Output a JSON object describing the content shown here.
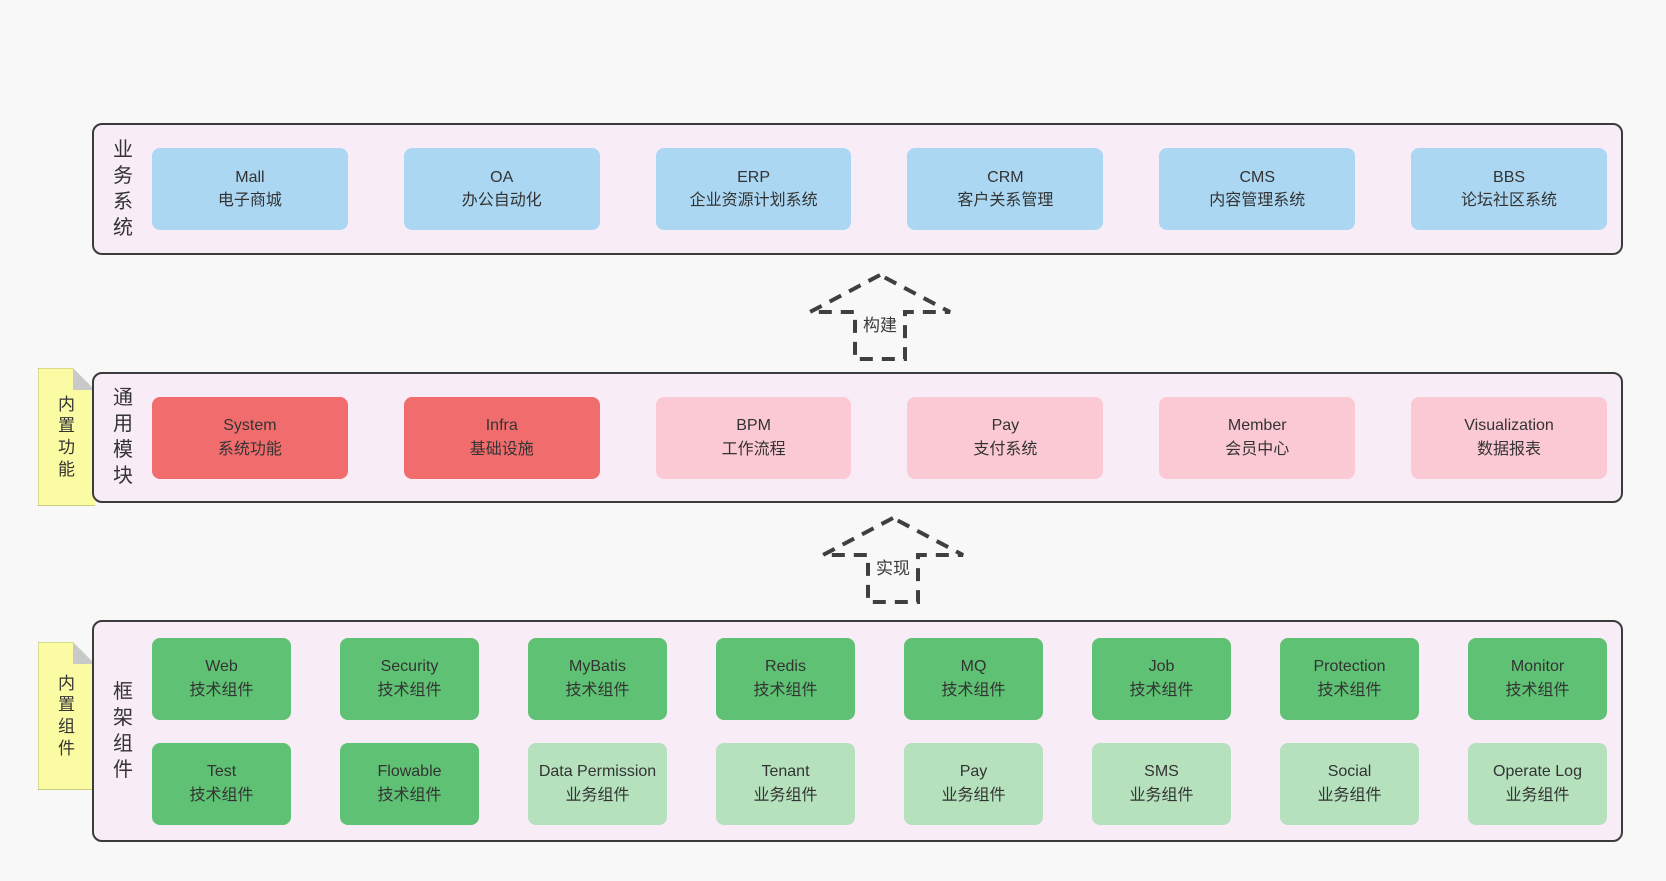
{
  "diagram": {
    "sections": [
      {
        "side_label": "业务系统",
        "boxes": [
          {
            "title": "Mall",
            "subtitle": "电子商城"
          },
          {
            "title": "OA",
            "subtitle": "办公自动化"
          },
          {
            "title": "ERP",
            "subtitle": "企业资源计划系统"
          },
          {
            "title": "CRM",
            "subtitle": "客户关系管理"
          },
          {
            "title": "CMS",
            "subtitle": "内容管理系统"
          },
          {
            "title": "BBS",
            "subtitle": "论坛社区系统"
          }
        ]
      },
      {
        "sticky_note": "内置功能",
        "side_label": "通用模块",
        "boxes": [
          {
            "title": "System",
            "subtitle": "系统功能"
          },
          {
            "title": "Infra",
            "subtitle": "基础设施"
          },
          {
            "title": "BPM",
            "subtitle": "工作流程"
          },
          {
            "title": "Pay",
            "subtitle": "支付系统"
          },
          {
            "title": "Member",
            "subtitle": "会员中心"
          },
          {
            "title": "Visualization",
            "subtitle": "数据报表"
          }
        ]
      },
      {
        "sticky_note": "内置组件",
        "side_label": "框架组件",
        "rows": [
          {
            "boxes": [
              {
                "title": "Web",
                "subtitle": "技术组件"
              },
              {
                "title": "Security",
                "subtitle": "技术组件"
              },
              {
                "title": "MyBatis",
                "subtitle": "技术组件"
              },
              {
                "title": "Redis",
                "subtitle": "技术组件"
              },
              {
                "title": "MQ",
                "subtitle": "技术组件"
              },
              {
                "title": "Job",
                "subtitle": "技术组件"
              },
              {
                "title": "Protection",
                "subtitle": "技术组件"
              },
              {
                "title": "Monitor",
                "subtitle": "技术组件"
              }
            ]
          },
          {
            "boxes": [
              {
                "title": "Test",
                "subtitle": "技术组件"
              },
              {
                "title": "Flowable",
                "subtitle": "技术组件"
              },
              {
                "title": "Data Permission",
                "subtitle": "业务组件"
              },
              {
                "title": "Tenant",
                "subtitle": "业务组件"
              },
              {
                "title": "Pay",
                "subtitle": "业务组件"
              },
              {
                "title": "SMS",
                "subtitle": "业务组件"
              },
              {
                "title": "Social",
                "subtitle": "业务组件"
              },
              {
                "title": "Operate Log",
                "subtitle": "业务组件"
              }
            ]
          }
        ]
      }
    ],
    "arrows": [
      {
        "label": "构建"
      },
      {
        "label": "实现"
      }
    ],
    "colors": {
      "page_background": "#f8f8f8",
      "container_fill": "#f8ecf6",
      "container_border": "#3b3b3b",
      "box_blue": "#abd7f3",
      "box_red": "#f16d6d",
      "box_pink": "#fbc9d3",
      "box_green": "#5fc173",
      "box_green_light": "#b5e1bd",
      "sticky_yellow": "#fbfba3",
      "sticky_fold": "#c9c9c9",
      "text": "#3a3a3a"
    }
  }
}
